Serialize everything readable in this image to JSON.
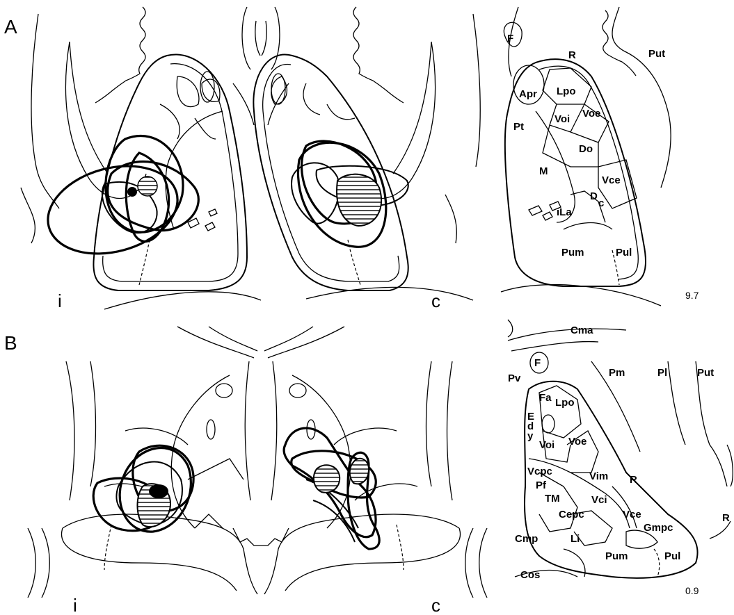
{
  "panels": {
    "a": {
      "letter": "A",
      "ipsi": "i",
      "contra": "c",
      "plane": "9.7",
      "labels": {
        "F": "F",
        "R": "R",
        "Put": "Put",
        "Apr": "Apr",
        "Lpo": "Lpo",
        "Pt": "Pt",
        "Voi": "Voi",
        "Voe": "Voe",
        "Do": "Do",
        "M": "M",
        "Vce": "Vce",
        "D": "D",
        "c": "c",
        "iLa": "iLa",
        "Pum": "Pum",
        "Pul": "Pul"
      }
    },
    "b": {
      "letter": "B",
      "ipsi": "i",
      "contra": "c",
      "plane": "0.9",
      "labels": {
        "Cma": "Cma",
        "F": "F",
        "Pv": "Pv",
        "Pm": "Pm",
        "Pl": "Pl",
        "Put": "Put",
        "Fa": "Fa",
        "Lpo": "Lpo",
        "E": "E",
        "d": "d",
        "y": "y",
        "Voi": "Voi",
        "Voe": "Voe",
        "Vcpc": "Vcpc",
        "Vim": "Vim",
        "R": "R",
        "Pf": "Pf",
        "TM": "TM",
        "Vci": "Vci",
        "Cepc": "Cepc",
        "Vce": "Vce",
        "Gmpc": "Gmpc",
        "Cmp": "Cmp",
        "Li": "Li",
        "Pum": "Pum",
        "Pul": "Pul",
        "Cos": "Cos",
        "R2": "R"
      }
    }
  }
}
